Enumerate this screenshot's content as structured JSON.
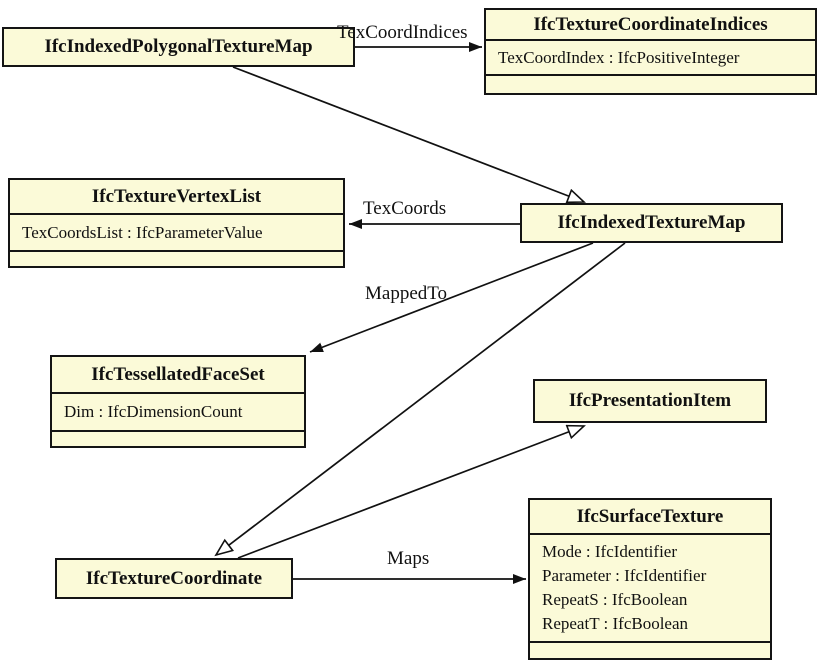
{
  "diagram": {
    "title": "IFC texture coordinate class diagram",
    "colors": {
      "box_fill": "#fbfad8",
      "box_border": "#141414",
      "line": "#111111",
      "background": "#ffffff"
    }
  },
  "entities": {
    "indexed_polygonal_texture_map": {
      "title": "IfcIndexedPolygonalTextureMap"
    },
    "texture_coordinate_indices": {
      "title": "IfcTextureCoordinateIndices",
      "attrs": [
        "TexCoordIndex : IfcPositiveInteger"
      ]
    },
    "texture_vertex_list": {
      "title": "IfcTextureVertexList",
      "attrs": [
        "TexCoordsList : IfcParameterValue"
      ]
    },
    "indexed_texture_map": {
      "title": "IfcIndexedTextureMap"
    },
    "tessellated_face_set": {
      "title": "IfcTessellatedFaceSet",
      "attrs": [
        "Dim : IfcDimensionCount"
      ]
    },
    "presentation_item": {
      "title": "IfcPresentationItem"
    },
    "texture_coordinate": {
      "title": "IfcTextureCoordinate"
    },
    "surface_texture": {
      "title": "IfcSurfaceTexture",
      "attrs": [
        "Mode : IfcIdentifier",
        "Parameter : IfcIdentifier",
        "RepeatS : IfcBoolean",
        "RepeatT : IfcBoolean"
      ]
    }
  },
  "edges": {
    "tex_coord_indices": {
      "label": "TexCoordIndices"
    },
    "tex_coords": {
      "label": "TexCoords"
    },
    "mapped_to": {
      "label": "MappedTo"
    },
    "maps": {
      "label": "Maps"
    }
  }
}
